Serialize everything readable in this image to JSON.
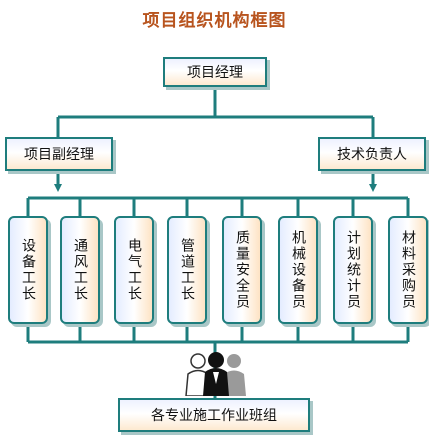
{
  "title": "项目组织机构框图",
  "watermark": "",
  "top": "项目经理",
  "left_mid": "项目副经理",
  "right_mid": "技术负责人",
  "roles": [
    "设备工长",
    "通风工长",
    "电气工长",
    "管道工长",
    "质量安全员",
    "机械设备员",
    "计划统计员",
    "材料采购员"
  ],
  "bottom": "各专业施工作业班组",
  "colors": {
    "line": "#1e7d7d",
    "border": "#1e7d7d",
    "title": "#b8541e"
  },
  "icons": [
    "people-group-icon"
  ]
}
